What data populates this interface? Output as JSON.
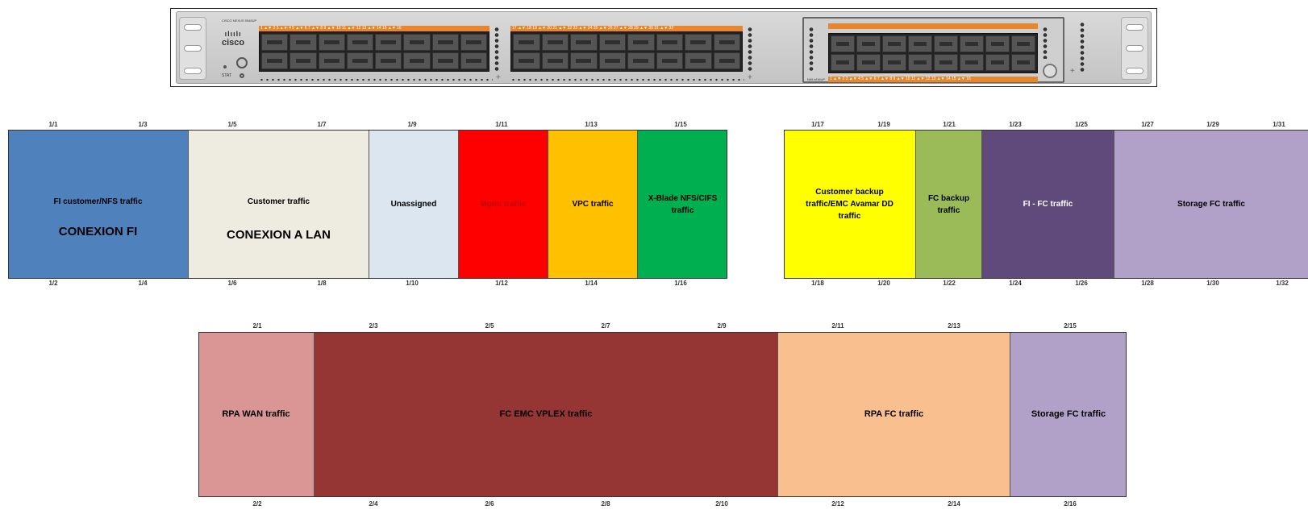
{
  "switch": {
    "brand": "cisco",
    "stat_label": "STAT",
    "model_top": "CISCO NEXUS 5548UP",
    "module_model": "N55-M16UP",
    "port_strip_1": "1 ▲▼ 2   3 ▲▼ 4   5 ▲▼ 6   7 ▲▼ 8   9 ▲▼ 10   11 ▲▼ 12   13 ▲▼ 14   15 ▲▼ 16",
    "port_strip_2": "17 ▲▼ 18   19 ▲▼ 20   21 ▲▼ 22   23 ▲▼ 24   25 ▲▼ 26   27 ▲▼ 28   29 ▲▼ 30   31 ▲▼ 32",
    "port_strip_3": "1 ▲▼ 2   3 ▲▼ 4   5 ▲▼ 6   7 ▲▼ 8   9 ▲▼ 10   11 ▲▼ 12   13 ▲▼ 14   15 ▲▼ 16"
  },
  "row1a": {
    "top_labels": [
      "1/1",
      "1/3",
      "1/5",
      "1/7",
      "1/9",
      "1/11",
      "1/13",
      "1/15"
    ],
    "bottom_labels": [
      "1/2",
      "1/4",
      "1/6",
      "1/8",
      "1/10",
      "1/12",
      "1/14",
      "1/16"
    ],
    "segments": [
      {
        "text": "FI customer/NFS traffic",
        "sub": "CONEXION FI",
        "color": "#4f81bd"
      },
      {
        "text": "Customer traffic",
        "sub": "CONEXION A LAN",
        "color": "#eeece1"
      },
      {
        "text": "Unassigned",
        "sub": "",
        "color": "#dce6f1"
      },
      {
        "text": "Mgmt traffic",
        "sub": "",
        "color": "#ff0000"
      },
      {
        "text": "VPC traffic",
        "sub": "",
        "color": "#ffc000"
      },
      {
        "text": "X-Blade NFS/CIFS traffic",
        "sub": "",
        "color": "#00b050"
      }
    ]
  },
  "row1b": {
    "top_labels": [
      "1/17",
      "1/19",
      "1/21",
      "1/23",
      "1/25",
      "1/27",
      "1/29",
      "1/31"
    ],
    "bottom_labels": [
      "1/18",
      "1/20",
      "1/22",
      "1/24",
      "1/26",
      "1/28",
      "1/30",
      "1/32"
    ],
    "segments": [
      {
        "text": "Customer backup traffic/EMC Avamar DD traffic",
        "color": "#ffff00"
      },
      {
        "text": "FC backup traffic",
        "color": "#9bbb59"
      },
      {
        "text": "FI - FC traffic",
        "color": "#604a7b"
      },
      {
        "text": "Storage FC traffic",
        "color": "#b1a0c7"
      }
    ]
  },
  "row2": {
    "top_labels": [
      "2/1",
      "2/3",
      "2/5",
      "2/7",
      "2/9",
      "2/11",
      "2/13",
      "2/15"
    ],
    "bottom_labels": [
      "2/2",
      "2/4",
      "2/6",
      "2/8",
      "2/10",
      "2/12",
      "2/14",
      "2/16"
    ],
    "segments": [
      {
        "text": "RPA WAN traffic",
        "color": "#da9694"
      },
      {
        "text": "FC EMC VPLEX traffic",
        "color": "#963634"
      },
      {
        "text": "RPA FC traffic",
        "color": "#fabf8f"
      },
      {
        "text": "Storage FC traffic",
        "color": "#b1a0c7"
      }
    ]
  }
}
